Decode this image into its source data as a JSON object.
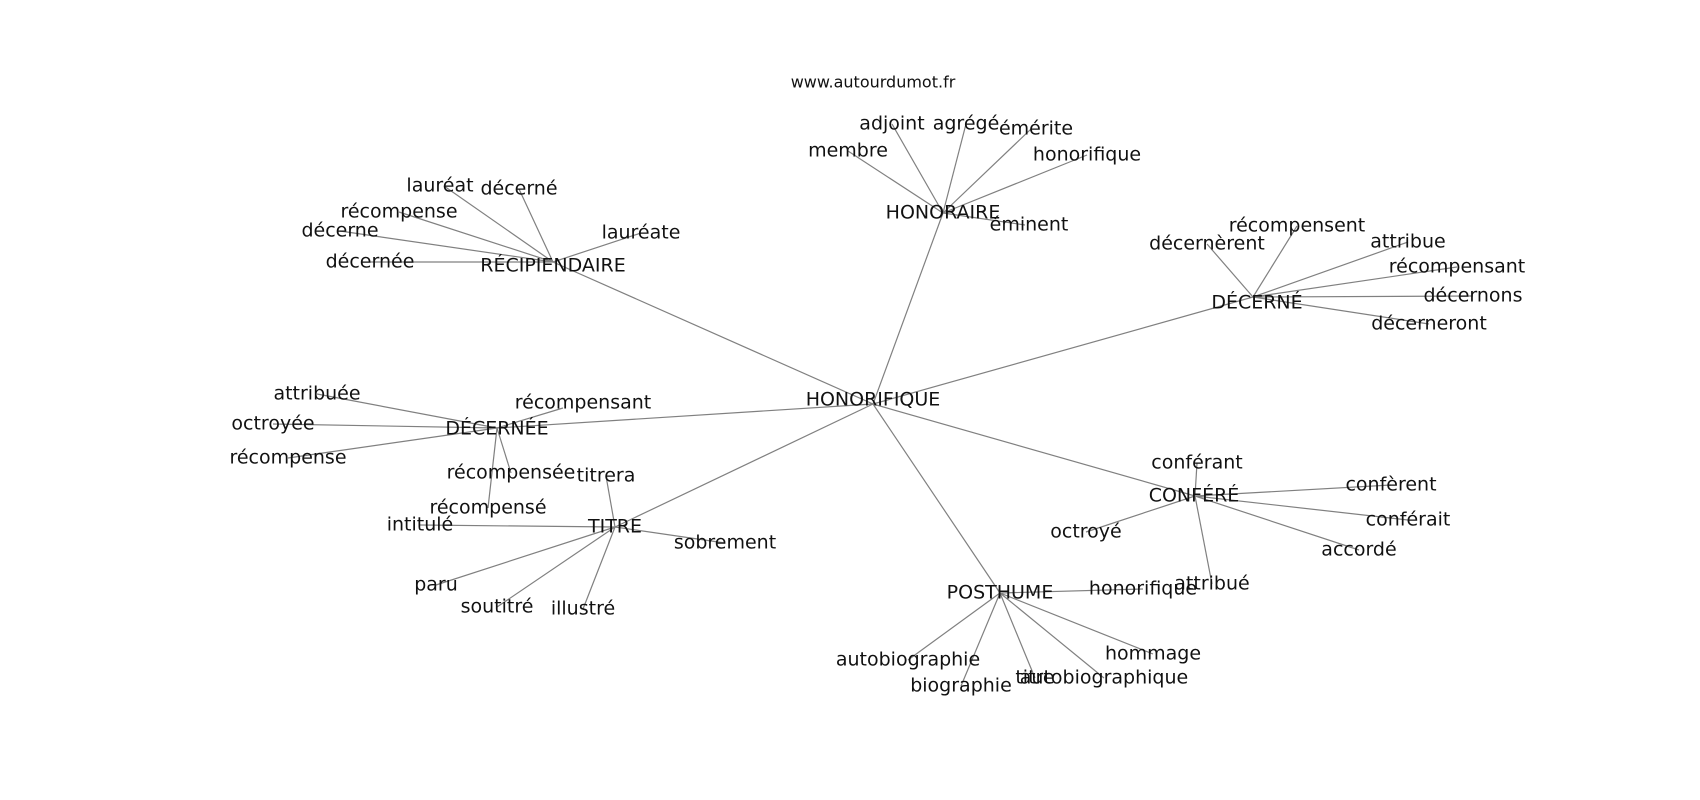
{
  "site": "www.autourdumot.fr",
  "graph": {
    "center": "HONORIFIQUE",
    "clusters": [
      {
        "hub": "HONORAIRE",
        "words": [
          "adjoint",
          "agrégé",
          "émérite",
          "membre",
          "honorifique",
          "éminent"
        ]
      },
      {
        "hub": "RÉCIPIENDAIRE",
        "words": [
          "lauréat",
          "décerné",
          "récompense",
          "décerne",
          "lauréate",
          "décernée"
        ]
      },
      {
        "hub": "DÉCERNÉ",
        "words": [
          "récompensent",
          "décernèrent",
          "attribue",
          "récompensant",
          "décernons",
          "décerneront"
        ]
      },
      {
        "hub": "DÉCERNÉE",
        "words": [
          "attribuée",
          "récompensant",
          "octroyée",
          "récompense",
          "récompensée",
          "récompensé"
        ]
      },
      {
        "hub": "TITRE",
        "words": [
          "titrera",
          "intitulé",
          "sobrement",
          "paru",
          "soutitré",
          "illustré"
        ]
      },
      {
        "hub": "CONFÉRÉ",
        "words": [
          "conférant",
          "confèrent",
          "conférait",
          "octroyé",
          "accordé",
          "attribué"
        ]
      },
      {
        "hub": "POSTHUME",
        "words": [
          "honorifique",
          "hommage",
          "autobiographie",
          "autobiographique",
          "titre",
          "biographie"
        ]
      }
    ]
  }
}
